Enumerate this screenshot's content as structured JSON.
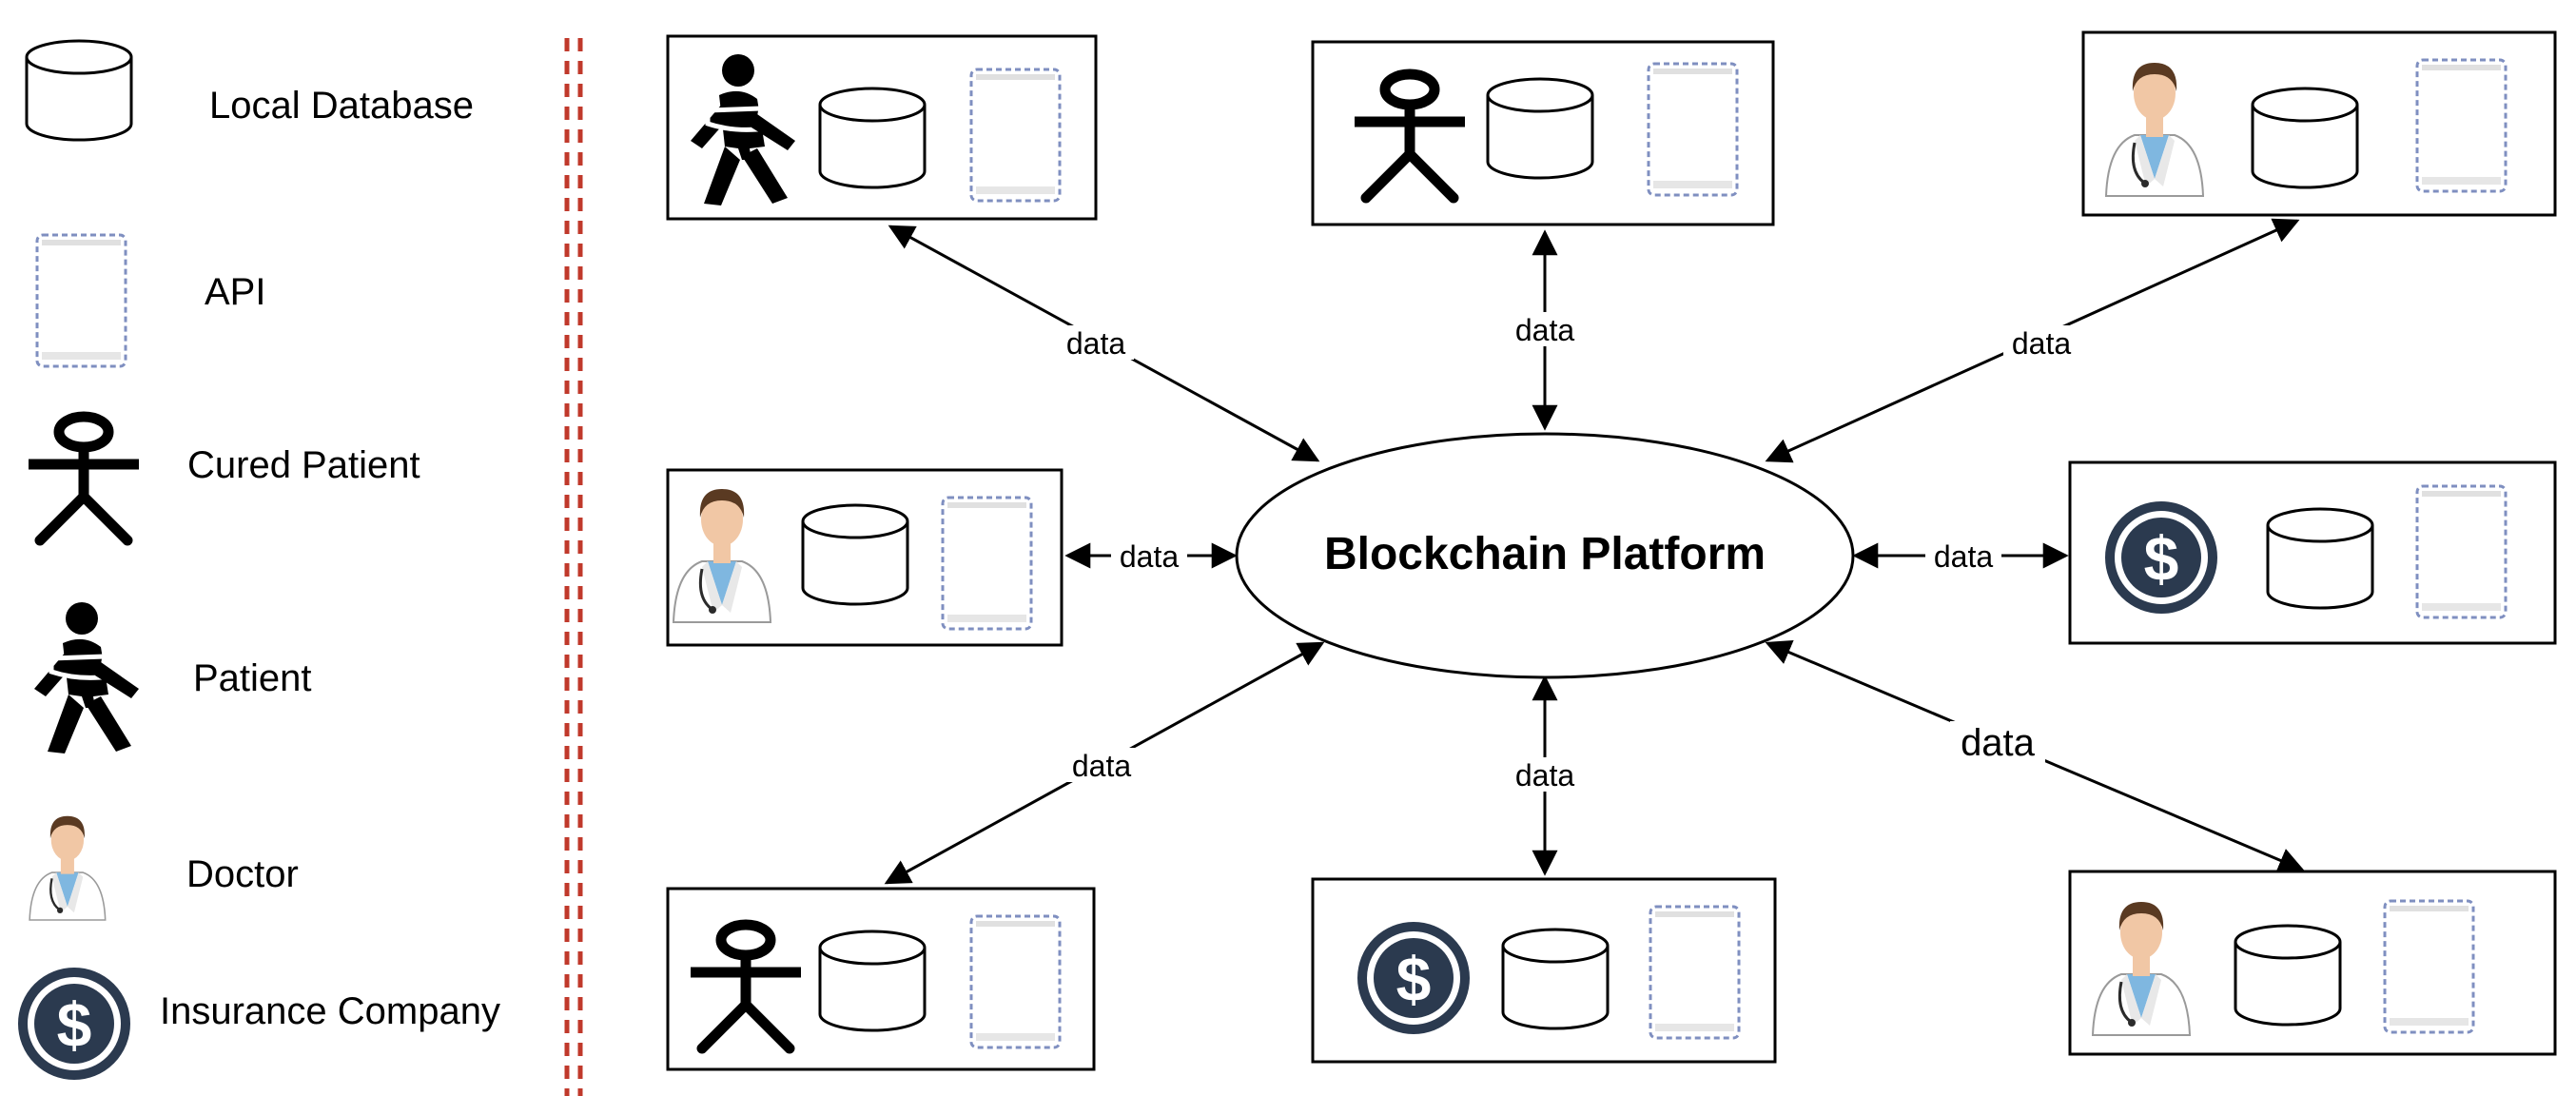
{
  "legend": {
    "local_database": "Local Database",
    "api": "API",
    "cured_patient": "Cured Patient",
    "patient": "Patient",
    "doctor": "Doctor",
    "insurance_company": "Insurance Company"
  },
  "center": {
    "label": "Blockchain Platform"
  },
  "edge_label": "data",
  "colors": {
    "divider": "#c0392b",
    "api_border": "#7f8fc0",
    "insurance": "#2b3a4f",
    "coat": "#ffffff",
    "skin": "#f1c7a5",
    "hair": "#5a3a22",
    "shirt": "#7fb7e0"
  }
}
